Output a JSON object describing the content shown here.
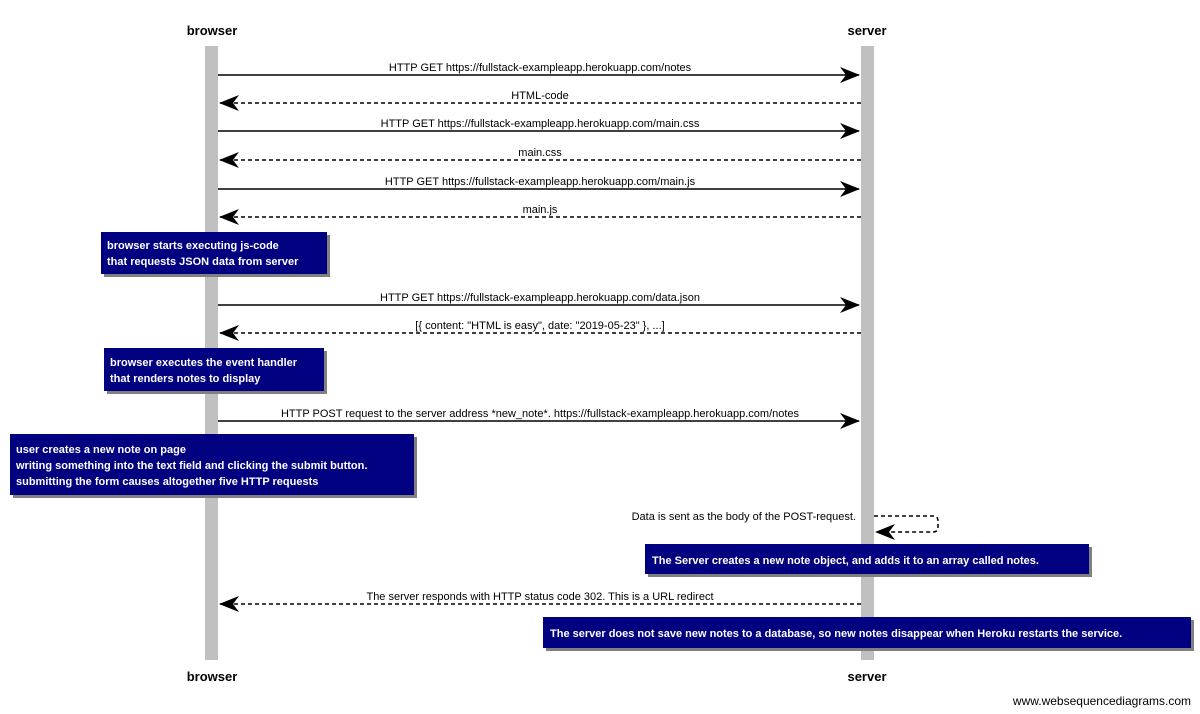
{
  "participants": {
    "browser": "browser",
    "server": "server"
  },
  "messages": [
    {
      "from": "browser",
      "to": "server",
      "style": "solid",
      "label": "HTTP GET https://fullstack-exampleapp.herokuapp.com/notes"
    },
    {
      "from": "server",
      "to": "browser",
      "style": "dashed",
      "label": "HTML-code"
    },
    {
      "from": "browser",
      "to": "server",
      "style": "solid",
      "label": "HTTP GET https://fullstack-exampleapp.herokuapp.com/main.css"
    },
    {
      "from": "server",
      "to": "browser",
      "style": "dashed",
      "label": "main.css"
    },
    {
      "from": "browser",
      "to": "server",
      "style": "solid",
      "label": "HTTP GET https://fullstack-exampleapp.herokuapp.com/main.js"
    },
    {
      "from": "server",
      "to": "browser",
      "style": "dashed",
      "label": "main.js"
    },
    {
      "from": "browser",
      "to": "server",
      "style": "solid",
      "label": "HTTP GET https://fullstack-exampleapp.herokuapp.com/data.json"
    },
    {
      "from": "server",
      "to": "browser",
      "style": "dashed",
      "label": "[{ content: \"HTML is easy\", date: \"2019-05-23\" }, ...]"
    },
    {
      "from": "browser",
      "to": "server",
      "style": "solid",
      "label": "HTTP POST request to the server address *new_note*.   https://fullstack-exampleapp.herokuapp.com/notes"
    },
    {
      "from": "server",
      "to": "server",
      "style": "dashed",
      "label": "Data is sent as the body of the POST-request."
    },
    {
      "from": "server",
      "to": "browser",
      "style": "dashed",
      "label": "The server responds with HTTP status code 302. This is a URL redirect"
    }
  ],
  "notes": [
    {
      "lines": [
        "browser starts executing js-code",
        "that requests JSON data from server"
      ]
    },
    {
      "lines": [
        "browser executes the event handler",
        "that renders notes to display"
      ]
    },
    {
      "lines": [
        "user creates a new note on page",
        "writing something into the text field and clicking the submit button.",
        "submitting the form causes altogether five HTTP requests"
      ]
    },
    {
      "lines": [
        "The Server creates a new note object, and adds it to an array called notes."
      ]
    },
    {
      "lines": [
        "The server does not save new notes to a database, so new notes disappear when Heroku restarts the service."
      ]
    }
  ],
  "watermark": "www.websequencediagrams.com",
  "colors": {
    "note_fill": "#000080",
    "lifeline": "#c0c0c0",
    "line": "#000000",
    "note_text": "#ffffff"
  }
}
